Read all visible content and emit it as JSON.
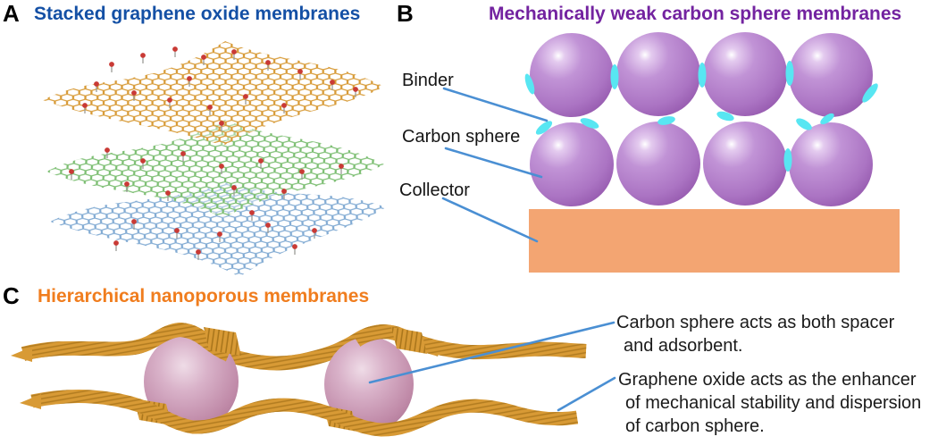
{
  "figure": {
    "panel_a": {
      "label": "A",
      "title": "Stacked graphene oxide membranes"
    },
    "panel_b": {
      "label": "B",
      "title": "Mechanically weak carbon sphere membranes",
      "labels": {
        "binder": "Binder",
        "carbon_sphere": "Carbon sphere",
        "collector": "Collector"
      }
    },
    "panel_c": {
      "label": "C",
      "title": "Hierarchical nanoporous membranes",
      "note1": {
        "line1": "Carbon sphere acts as both spacer",
        "line2": "and adsorbent."
      },
      "note2": {
        "line1": "Graphene oxide acts as the enhancer",
        "line2": "of mechanical stability and dispersion",
        "line3": "of carbon sphere."
      }
    }
  },
  "colors": {
    "panel_a_title": "#1450a5",
    "panel_b_title": "#7323a0",
    "panel_c_title": "#f07d1e",
    "leader_line": "#4a8fd3",
    "graphene_sheet_orange": "#d79a36",
    "graphene_sheet_green": "#7cbe72",
    "graphene_sheet_blue": "#82abd3",
    "oxide_group_red": "#c93a35",
    "carbon_sphere_purple": "#b37fc9",
    "binder_cyan": "#58e6f2",
    "collector_orange": "#f3a572",
    "graphene_oxide_gold": "#d89a35",
    "wrapped_sphere_pink": "#c795b1"
  }
}
